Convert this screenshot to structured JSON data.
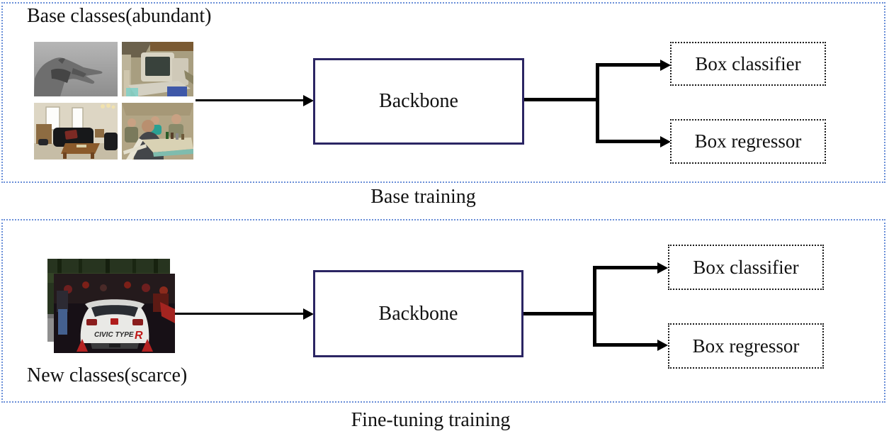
{
  "figure": {
    "type": "two-stage few-shot object detection training pipeline diagram"
  },
  "colors": {
    "panel_border": "#6a8fd8",
    "backbone_border": "#2b2563",
    "head_box_border": "#1a1a1a",
    "connector": "#000000",
    "text": "#111111",
    "background": "#ffffff"
  },
  "base_panel": {
    "title": "Base classes(abundant)",
    "caption": "Base training",
    "backbone": "Backbone",
    "classifier": "Box classifier",
    "regressor": "Box regressor",
    "photos": [
      "greyhound-dog",
      "crt-computer",
      "living-room-sofa",
      "people-at-dinner-table"
    ]
  },
  "finetune_panel": {
    "title": "New classes(scarce)",
    "caption": "Fine-tuning training",
    "backbone": "Backbone",
    "classifier": "Box classifier",
    "regressor": "Box regressor",
    "photos": [
      "race-car-rear-stacked-photos"
    ]
  },
  "car_photo": {
    "text": "CIVIC TYPE",
    "text_r": "R"
  }
}
